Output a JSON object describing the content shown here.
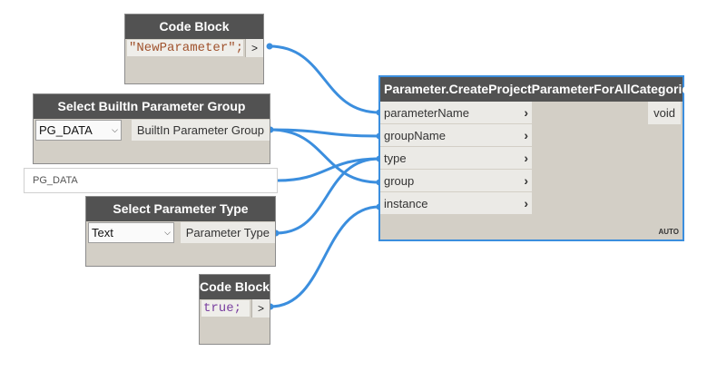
{
  "nodes": {
    "code_block_1": {
      "title": "Code Block",
      "code": "\"NewParameter\";",
      "out": ">"
    },
    "builtin_group": {
      "title": "Select BuiltIn Parameter Group",
      "selected": "PG_DATA",
      "output": "BuiltIn Parameter Group"
    },
    "watch": {
      "value": "PG_DATA"
    },
    "param_type": {
      "title": "Select Parameter Type",
      "selected": "Text",
      "output": "Parameter Type"
    },
    "code_block_2": {
      "title": "Code Block",
      "code": "true;",
      "out": ">"
    },
    "create_param": {
      "title": "Parameter.CreateProjectParameterForAllCategories",
      "inputs": [
        "parameterName",
        "groupName",
        "type",
        "group",
        "instance"
      ],
      "output": "void",
      "lacing": "AUTO"
    }
  },
  "icons": {
    "dropdown": "chevron-down-icon",
    "port": "chevron-right-icon"
  },
  "colors": {
    "wire": "#3b8ede",
    "node_header": "#525252",
    "node_body": "#d3cfc6"
  }
}
